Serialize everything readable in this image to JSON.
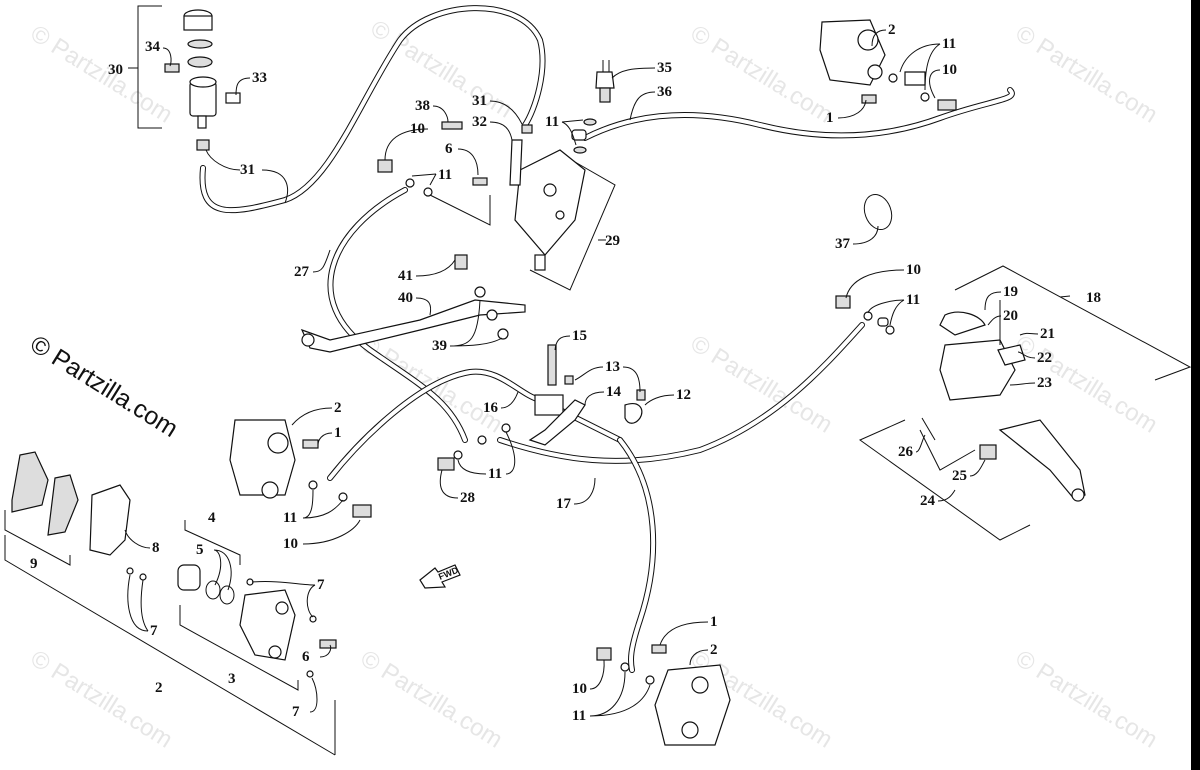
{
  "diagram": {
    "title": "Hydraulic Brake Assembly Exploded View",
    "watermark_text": "© Partzilla.com",
    "fwd_arrow_label": "FWD",
    "callouts": [
      {
        "id": "c30",
        "label": "30"
      },
      {
        "id": "c34",
        "label": "34"
      },
      {
        "id": "c33",
        "label": "33"
      },
      {
        "id": "c31a",
        "label": "31"
      },
      {
        "id": "c38",
        "label": "38"
      },
      {
        "id": "c31b",
        "label": "31"
      },
      {
        "id": "c32",
        "label": "32"
      },
      {
        "id": "c10a",
        "label": "10"
      },
      {
        "id": "c6a",
        "label": "6"
      },
      {
        "id": "c11a",
        "label": "11"
      },
      {
        "id": "c11b",
        "label": "11"
      },
      {
        "id": "c35",
        "label": "35"
      },
      {
        "id": "c36",
        "label": "36"
      },
      {
        "id": "c29",
        "label": "29"
      },
      {
        "id": "c2a",
        "label": "2"
      },
      {
        "id": "c11c",
        "label": "11"
      },
      {
        "id": "c10b",
        "label": "10"
      },
      {
        "id": "c1a",
        "label": "1"
      },
      {
        "id": "c37",
        "label": "37"
      },
      {
        "id": "c27",
        "label": "27"
      },
      {
        "id": "c41",
        "label": "41"
      },
      {
        "id": "c40",
        "label": "40"
      },
      {
        "id": "c39",
        "label": "39"
      },
      {
        "id": "c10c",
        "label": "10"
      },
      {
        "id": "c11d",
        "label": "11"
      },
      {
        "id": "c19",
        "label": "19"
      },
      {
        "id": "c18",
        "label": "18"
      },
      {
        "id": "c20",
        "label": "20"
      },
      {
        "id": "c21",
        "label": "21"
      },
      {
        "id": "c22",
        "label": "22"
      },
      {
        "id": "c23",
        "label": "23"
      },
      {
        "id": "c26",
        "label": "26"
      },
      {
        "id": "c25",
        "label": "25"
      },
      {
        "id": "c24",
        "label": "24"
      },
      {
        "id": "c15",
        "label": "15"
      },
      {
        "id": "c13",
        "label": "13"
      },
      {
        "id": "c14",
        "label": "14"
      },
      {
        "id": "c12",
        "label": "12"
      },
      {
        "id": "c16",
        "label": "16"
      },
      {
        "id": "c11e",
        "label": "11"
      },
      {
        "id": "c28",
        "label": "28"
      },
      {
        "id": "c17",
        "label": "17"
      },
      {
        "id": "c2b",
        "label": "2"
      },
      {
        "id": "c1b",
        "label": "1"
      },
      {
        "id": "c11f",
        "label": "11"
      },
      {
        "id": "c10d",
        "label": "10"
      },
      {
        "id": "c4",
        "label": "4"
      },
      {
        "id": "c5",
        "label": "5"
      },
      {
        "id": "c8",
        "label": "8"
      },
      {
        "id": "c9",
        "label": "9"
      },
      {
        "id": "c7a",
        "label": "7"
      },
      {
        "id": "c7b",
        "label": "7"
      },
      {
        "id": "c6b",
        "label": "6"
      },
      {
        "id": "c3",
        "label": "3"
      },
      {
        "id": "c2c",
        "label": "2"
      },
      {
        "id": "c7c",
        "label": "7"
      },
      {
        "id": "c1c",
        "label": "1"
      },
      {
        "id": "c2d",
        "label": "2"
      },
      {
        "id": "c10e",
        "label": "10"
      },
      {
        "id": "c11g",
        "label": "11"
      }
    ]
  }
}
